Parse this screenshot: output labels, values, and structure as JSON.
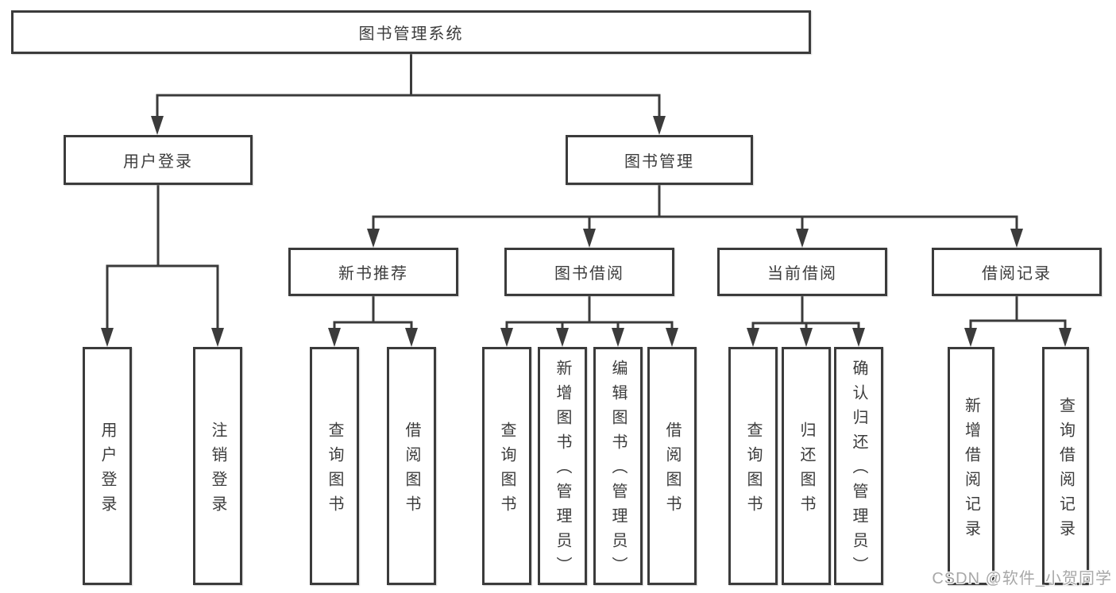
{
  "page": {
    "watermark": "CSDN @软件_小贺同学"
  },
  "colors": {
    "line": "#3b3b3b",
    "text": "#3c3c3c",
    "watermark": "#a8a8a8",
    "bg": "#ffffff"
  },
  "tree": {
    "label": "图书管理系统",
    "children": [
      {
        "label": "用户登录",
        "children": [
          {
            "label": "用户登录"
          },
          {
            "label": "注销登录"
          }
        ]
      },
      {
        "label": "图书管理",
        "children": [
          {
            "label": "新书推荐",
            "children": [
              {
                "label": "查询图书"
              },
              {
                "label": "借阅图书"
              }
            ]
          },
          {
            "label": "图书借阅",
            "children": [
              {
                "label": "查询图书"
              },
              {
                "label": "新增图书（管理员）"
              },
              {
                "label": "编辑图书（管理员）"
              },
              {
                "label": "借阅图书"
              }
            ]
          },
          {
            "label": "当前借阅",
            "children": [
              {
                "label": "查询图书"
              },
              {
                "label": "归还图书"
              },
              {
                "label": "确认归还（管理员）"
              }
            ]
          },
          {
            "label": "借阅记录",
            "children": [
              {
                "label": "新增借阅记录"
              },
              {
                "label": "查询借阅记录"
              }
            ]
          }
        ]
      }
    ]
  }
}
